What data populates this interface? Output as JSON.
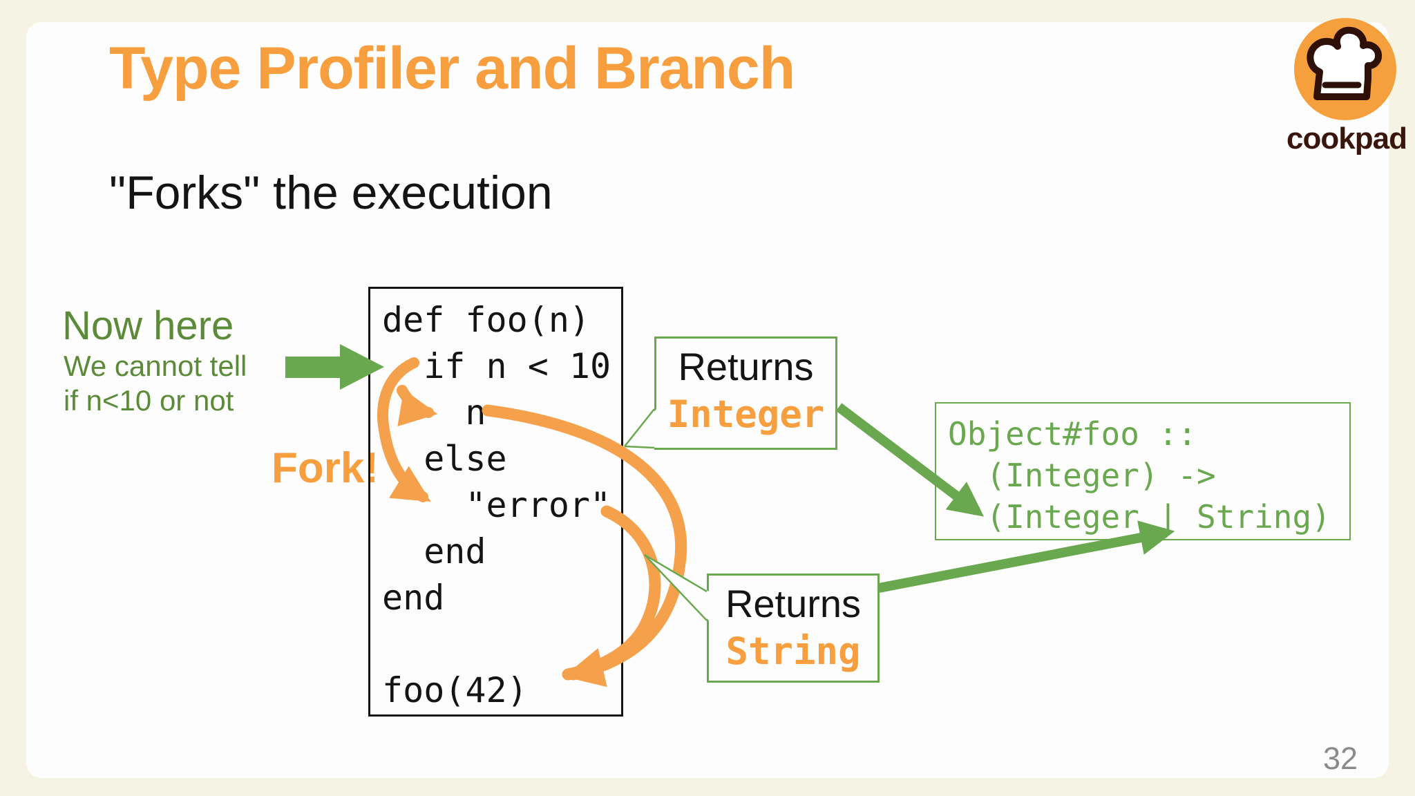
{
  "slide": {
    "title": "Type Profiler and Branch",
    "subtitle": "\"Forks\" the execution",
    "page_number": "32"
  },
  "logo": {
    "brand": "cookpad",
    "icon": "chef-hat-icon"
  },
  "annotation_left": {
    "heading": "Now here",
    "line1": "We cannot tell",
    "line2": "if n<10 or not"
  },
  "fork_label": "Fork!",
  "code_box": {
    "lines": [
      "def foo(n)",
      "  if n < 10",
      "    n",
      "  else",
      "    \"error\"",
      "  end",
      "end",
      "",
      "foo(42)"
    ]
  },
  "bubble_integer": {
    "line1": "Returns",
    "line2": "Integer"
  },
  "bubble_string": {
    "line1": "Returns",
    "line2": "String"
  },
  "type_box": {
    "lines": [
      "Object#foo ::",
      "  (Integer) ->",
      "  (Integer | String)"
    ]
  },
  "colors": {
    "background_cream": "#f5f4e4",
    "slide_white": "#fdfdfd",
    "title_orange": "#f79e3f",
    "arc_orange": "#f5a04b",
    "arrow_green": "#6aa84f",
    "annotation_green": "#5b8a38",
    "code_black": "#141414",
    "page_gray": "#8a8a8a",
    "brand_dark": "#3a150b",
    "brand_orange": "#f5a03c"
  }
}
